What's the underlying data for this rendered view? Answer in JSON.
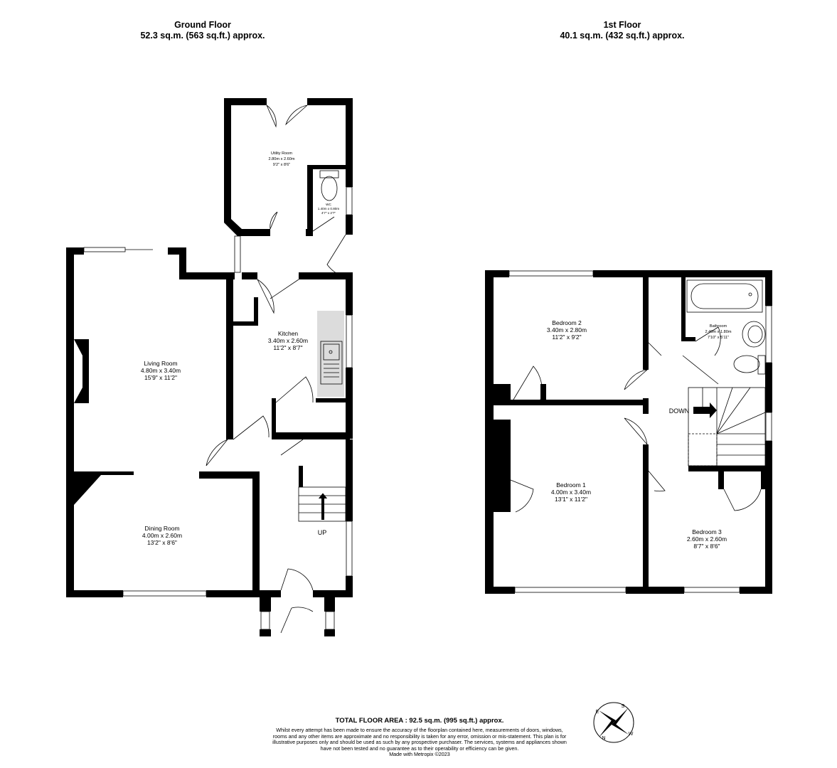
{
  "ground_floor": {
    "title": "Ground Floor",
    "area": "52.3 sq.m. (563 sq.ft.) approx.",
    "rooms": {
      "utility": {
        "name": "Utility Room",
        "metric": "2.80m  x 2.60m",
        "imperial": "9'2\"  x 8'6\""
      },
      "wc": {
        "name": "WC",
        "metric": "1.40m  x 0.80m",
        "imperial": "4'7\"  x 2'7\""
      },
      "kitchen": {
        "name": "Kitchen",
        "metric": "3.40m  x 2.60m",
        "imperial": "11'2\"  x 8'7\""
      },
      "living": {
        "name": "Living Room",
        "metric": "4.80m  x 3.40m",
        "imperial": "15'9\"  x 11'2\""
      },
      "dining": {
        "name": "Dining Room",
        "metric": "4.00m  x 2.60m",
        "imperial": "13'2\"  x 8'6\""
      }
    },
    "stairs_label": "UP"
  },
  "first_floor": {
    "title": "1st Floor",
    "area": "40.1 sq.m. (432 sq.ft.) approx.",
    "rooms": {
      "bedroom2": {
        "name": "Bedroom 2",
        "metric": "3.40m  x 2.80m",
        "imperial": "11'2\"  x 9'2\""
      },
      "bathroom": {
        "name": "Bathroom",
        "metric": "2.40m  x 1.80m",
        "imperial": "7'10\"  x 5'11\""
      },
      "bedroom1": {
        "name": "Bedroom 1",
        "metric": "4.00m  x 3.40m",
        "imperial": "13'1\"  x 11'2\""
      },
      "bedroom3": {
        "name": "Bedroom 3",
        "metric": "2.60m  x 2.60m",
        "imperial": "8'7\"  x 8'6\""
      }
    },
    "stairs_label": "DOWN"
  },
  "footer": {
    "total_area": "TOTAL FLOOR AREA : 92.5 sq.m. (995 sq.ft.) approx.",
    "disclaimer": "Whilst every attempt has been made to ensure the accuracy of the floorplan contained here, measurements of doors, windows, rooms and any other items are approximate and no responsibility is taken for any error, omission or mis-statement. This plan is for illustrative purposes only and should be used as such by any prospective purchaser. The services, systems and appliances shown have not been tested and no guarantee as to their operability or efficiency can be given.",
    "made_with": "Made with Metropix ©2023"
  },
  "compass": {
    "n": "N",
    "s": "S",
    "e": "E",
    "w": "W",
    "icon": "compass-icon"
  },
  "colors": {
    "wall": "#000000",
    "worktop": "#dcdcdc",
    "background": "#ffffff"
  }
}
